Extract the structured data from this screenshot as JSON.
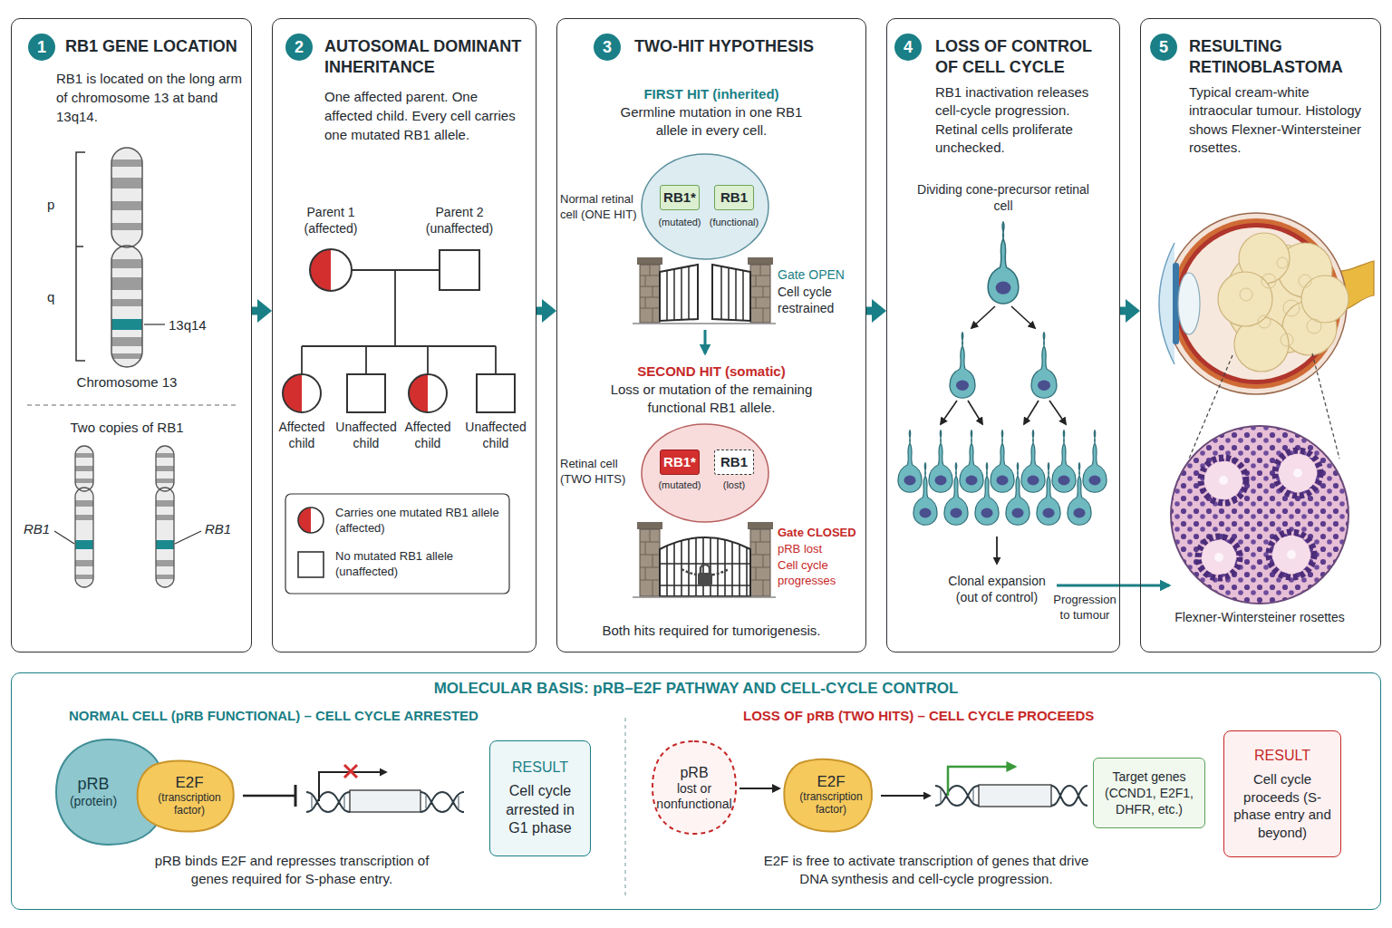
{
  "diagram": {
    "nodes": [
      {
        "text": [
          "RB1 GENE LOCATION",
          "RB1 is located on the long arm of chromosome 13 at band 13q14."
        ]
      },
      {
        "text": [
          "1"
        ],
        "in": 0
      },
      {
        "text": [
          "AUTOSOMAL DOMINANT INHERITANCE",
          "One affected parent. One affected child. Every cell carries one mutated RB1 allele."
        ]
      },
      {
        "text": [
          "2"
        ],
        "in": 2
      },
      {
        "text": [
          "TWO-HIT HYPOTHESIS"
        ]
      },
      {
        "text": [
          "3"
        ],
        "in": 4
      },
      {
        "text": [
          "RB1*"
        ],
        "in": 4
      },
      {
        "text": [
          "RB1"
        ],
        "in": 4
      },
      {
        "text": [
          "RB1*"
        ],
        "in": 4
      },
      {
        "text": [
          "RB1"
        ],
        "in": 4
      },
      {
        "text": [
          "LOSS OF CONTROL OF CELL CYCLE",
          "RB1 inactivation releases cell-cycle progression. Retinal cells proliferate unchecked."
        ]
      },
      {
        "text": [
          "4"
        ],
        "in": 10
      },
      {
        "text": [
          "RESULTING RETINOBLASTOMA",
          "Typical cream-white intraocular tumour. Histology shows Flexner-Wintersteiner rosettes."
        ]
      },
      {
        "text": [
          "5"
        ],
        "in": 12
      },
      {
        "text": [
          "MOLECULAR BASIS: pRB–E2F PATHWAY AND CELL-CYCLE CONTROL"
        ]
      },
      {
        "text": [
          "pRB",
          "(protein)"
        ],
        "in": 14
      },
      {
        "text": [
          "E2F",
          "(transcription factor)"
        ],
        "in": 14
      },
      {
        "text": [
          "RESULT",
          "Cell cycle arrested in G1 phase"
        ],
        "in": 14
      },
      {
        "text": [
          "pRB",
          "lost or nonfunctional"
        ],
        "in": 14
      },
      {
        "text": [
          "E2F",
          "(transcription factor)"
        ],
        "in": 14
      },
      {
        "text": [
          "Target genes",
          "(CCND1, E2F1, DHFR, etc.)"
        ],
        "in": 14
      },
      {
        "text": [
          "RESULT",
          "Cell cycle proceeds (S-phase entry and beyond)"
        ],
        "in": 14
      }
    ],
    "edges": [
      {
        "from": 0,
        "to": 2,
        "arrow": "to"
      },
      {
        "from": 2,
        "to": 4,
        "arrow": "to"
      },
      {
        "from": 4,
        "to": 10,
        "arrow": "to"
      },
      {
        "from": 10,
        "to": 12,
        "arrow": "to"
      },
      {
        "from": 18,
        "to": 19,
        "arrow": "to"
      }
    ],
    "labels": [
      "p",
      "q",
      "13q14",
      "Chromosome 13",
      "Two copies of RB1",
      "RB1",
      "RB1",
      "Parent 1 (affected)",
      "Parent 2 (unaffected)",
      "Affected child",
      "Unaffected child",
      "Affected child",
      "Unaffected child",
      "FIRST HIT (inherited)",
      "Germline mutation in one RB1 allele in every cell.",
      "Normal retinal cell (ONE HIT)",
      "(mutated)",
      "(functional)",
      "Gate OPEN",
      "Cell cycle restrained",
      "SECOND HIT (somatic)",
      "Loss or mutation of the remaining functional RB1 allele.",
      "Retinal cell (TWO HITS)",
      "(mutated)",
      "(lost)",
      "Gate CLOSED",
      "pRB lost",
      "Cell cycle progresses",
      "Both hits required for tumorigenesis.",
      "Dividing cone-precursor retinal cell",
      "Clonal expansion (out of control)",
      "Progression to tumour",
      "Flexner-Wintersteiner rosettes",
      "NORMAL CELL (pRB FUNCTIONAL) – CELL CYCLE ARRESTED",
      "pRB binds E2F and represses transcription of genes required for S-phase entry.",
      "LOSS OF pRB (TWO HITS) – CELL CYCLE PROCEEDS",
      "E2F is free to activate transcription of genes that drive DNA synthesis and cell-cycle progression."
    ],
    "legend": [
      {
        "text": "Carries one mutated RB1 allele (affected)"
      },
      {
        "text": "No mutated RB1 allele (unaffected)"
      }
    ]
  }
}
